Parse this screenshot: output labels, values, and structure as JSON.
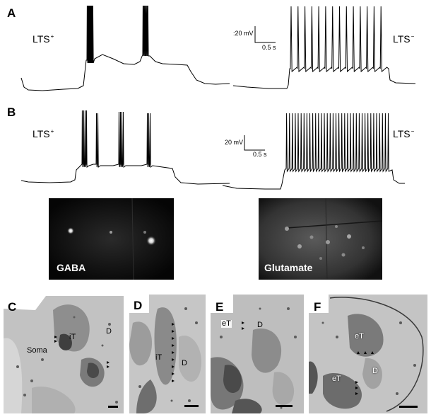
{
  "panels": {
    "a": {
      "letter": "A",
      "left_label": "LTS",
      "left_sup": "+",
      "right_label": "LTS",
      "right_sup": "−",
      "scale_v": ":20 mV",
      "scale_t": "0.5 s"
    },
    "b": {
      "letter": "B",
      "left_label": "LTS",
      "left_sup": "+",
      "right_label": "LTS",
      "right_sup": "−",
      "scale_v": "20 mV",
      "scale_t": "0.5 s"
    },
    "stains": {
      "left": "GABA",
      "right": "Glutamate"
    },
    "c": {
      "letter": "C",
      "labels": [
        "Soma",
        "iT",
        "D"
      ]
    },
    "d": {
      "letter": "D",
      "labels": [
        "iT",
        "D"
      ]
    },
    "e": {
      "letter": "E",
      "labels": [
        "eT",
        "D"
      ]
    },
    "f": {
      "letter": "F",
      "labels": [
        "eT",
        "eT",
        "D"
      ]
    }
  }
}
